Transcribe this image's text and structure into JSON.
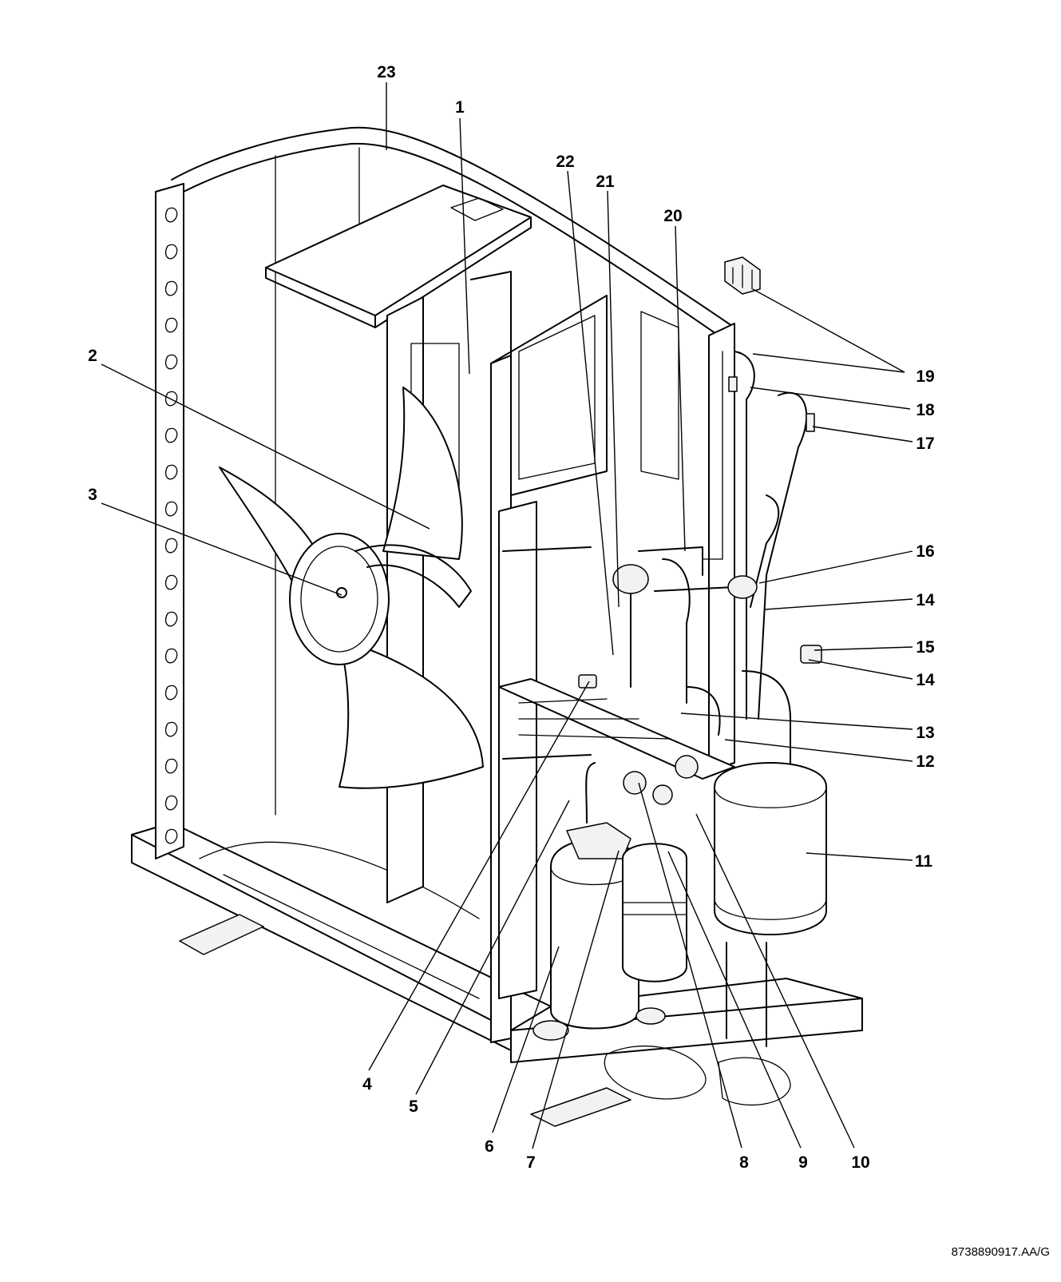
{
  "diagram": {
    "document_reference": "8738890917.AA/G",
    "callouts": [
      "1",
      "2",
      "3",
      "4",
      "5",
      "6",
      "7",
      "8",
      "9",
      "10",
      "11",
      "12",
      "13",
      "14",
      "14",
      "15",
      "16",
      "17",
      "18",
      "19",
      "20",
      "21",
      "22",
      "23"
    ]
  }
}
